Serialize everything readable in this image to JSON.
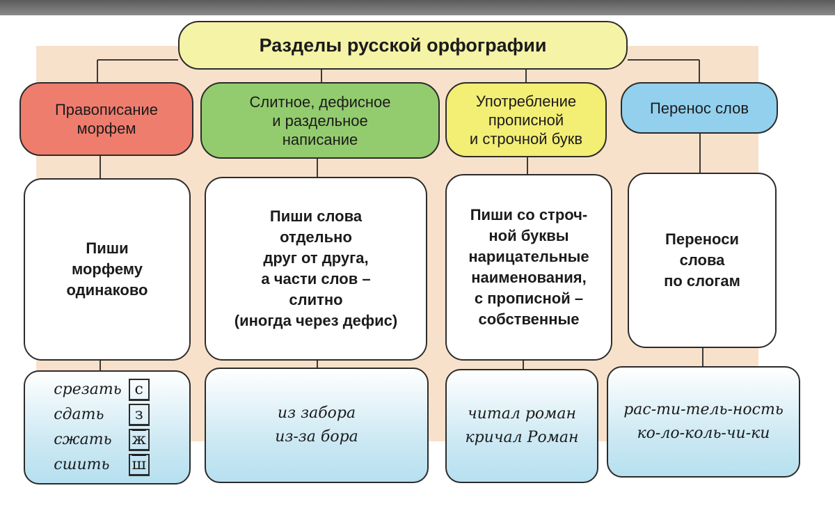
{
  "title": "Разделы русской орфографии",
  "sections": [
    {
      "category": "Правописание\nморфем",
      "rule": "Пиши\nморфему\nодинаково",
      "examples": [
        {
          "word": "срезать",
          "sound": "с",
          "mark": false
        },
        {
          "word": "сдать",
          "sound": "з",
          "mark": false
        },
        {
          "word": "сжать",
          "sound": "ж",
          "mark": true
        },
        {
          "word": "сшить",
          "sound": "ш",
          "mark": true
        }
      ]
    },
    {
      "category": "Слитное, дефисное\nи раздельное\nнаписание",
      "rule": "Пиши слова\nотдельно\nдруг от друга,\nа части слов –\nслитно\n(иногда через дефис)",
      "examples_text": "из забора\nиз-за бора"
    },
    {
      "category": "Употребление\nпрописной\nи строчной букв",
      "rule": "Пиши со строч-\nной буквы\nнарицательные\nнаименования,\nс прописной –\nсобственные",
      "examples_text": "читал роман\nкричал Роман"
    },
    {
      "category": "Перенос слов",
      "rule": "Переноси\nслова\nпо слогам",
      "examples_text": "рас-ти-тель-ность\nко-ло-коль-чи-ки"
    }
  ],
  "colors": {
    "title_bg": "#f5f3a6",
    "morphemes_bg": "#ef7d6e",
    "spelling_bg": "#93cc6e",
    "capital_bg": "#f3ee74",
    "hyphen_bg": "#92d0ee",
    "example_bg": "#cbe8f3",
    "panel_bg": "#f6d7b8"
  }
}
